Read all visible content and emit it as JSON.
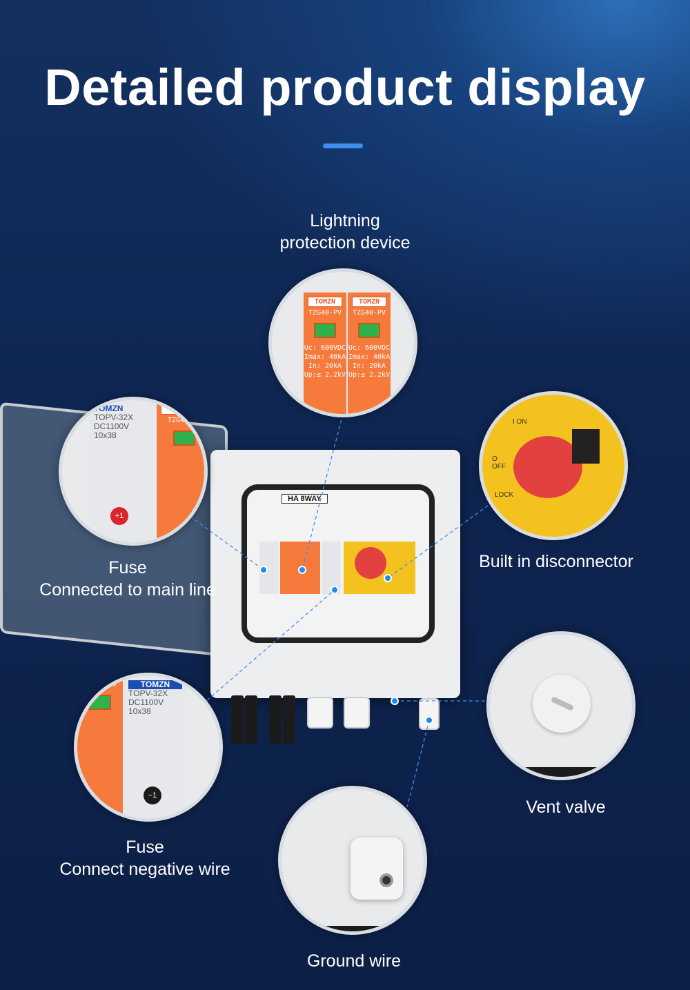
{
  "title": "Detailed product display",
  "accent_color": "#3f8ff0",
  "callouts": {
    "lightning": {
      "line1": "Lightning",
      "line2": "protection device"
    },
    "fuse_main": {
      "line1": "Fuse",
      "line2": "Connected to main line"
    },
    "disconnector": {
      "line1": "Built in disconnector"
    },
    "fuse_negative": {
      "line1": "Fuse",
      "line2": "Connect negative wire"
    },
    "vent": {
      "line1": "Vent valve"
    },
    "ground": {
      "line1": "Ground wire"
    }
  },
  "product_markings": {
    "box_label": "HA 8WAY",
    "brand": "TOMZN",
    "spd_model": "TZG40-PV",
    "fuse_model": "TOPV-32X",
    "spd_specs": [
      "Uc: 600VDC",
      "Imax: 40kA",
      "In: 20kA",
      "Up:≤ 2.2kV"
    ],
    "fuse_specs": [
      "DC1100V",
      "10x38"
    ],
    "switch_on": "I ON",
    "switch_off": "O OFF",
    "switch_lock": "LOCK",
    "fuse_plus": "+1",
    "fuse_minus": "−1"
  }
}
